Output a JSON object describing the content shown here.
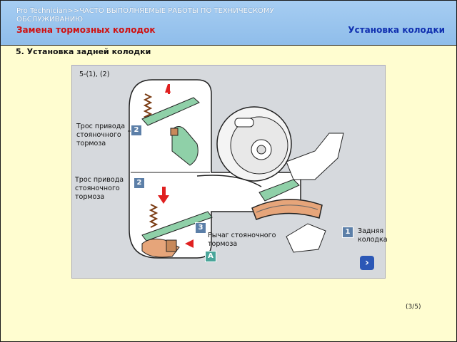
{
  "header": {
    "breadcrumb": "Pro Technician>>ЧАСТО ВЫПОЛНЯЕМЫЕ РАБОТЫ ПО ТЕХНИЧЕСКОМУ ОБСЛУЖИВАНИЮ",
    "subtitle": "Замена тормозных колодок",
    "section": "Установка колодки"
  },
  "step": {
    "title": "5. Установка задней колодки"
  },
  "figure": {
    "ref": "5-(1), (2)",
    "labels": {
      "cable_upper": "Трос привода стояночного тормоза",
      "cable_lower": "Трос привода стояночного тормоза",
      "lever": "Рычаг стояночного тормоза",
      "shoe": "Задняя колодка"
    },
    "badges": {
      "b1": "1",
      "b2_upper": "2",
      "b2_lower": "2",
      "b3": "3",
      "a": "A"
    }
  },
  "nav": {
    "next_icon": "›",
    "page": "(3/5)"
  },
  "colors": {
    "header_bg": "#94c2ee",
    "page_bg": "#fffdd0",
    "subtitle": "#d01010",
    "section": "#1030b0"
  }
}
